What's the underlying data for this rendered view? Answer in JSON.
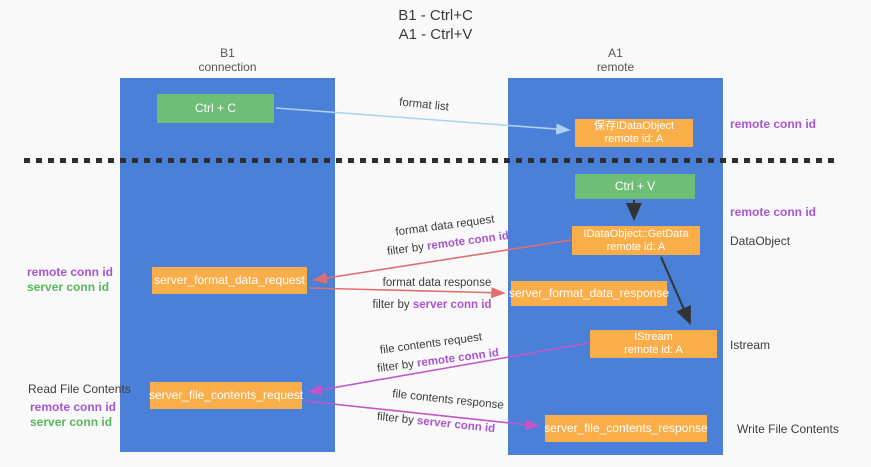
{
  "title": {
    "line1": "B1 - Ctrl+C",
    "line2": "A1 - Ctrl+V"
  },
  "lanes": {
    "left": {
      "name": "B1",
      "subtitle": "connection"
    },
    "right": {
      "name": "A1",
      "subtitle": "remote"
    }
  },
  "nodes": {
    "ctrl_c": {
      "label": "Ctrl + C"
    },
    "ctrl_v": {
      "label": "Ctrl + V"
    },
    "save_dataobject": {
      "line1": "保存IDataObject",
      "line2": "remote id: A"
    },
    "getdata": {
      "line1": "IDataObject::GetData",
      "line2": "remote id: A"
    },
    "istream": {
      "line1": "IStream",
      "line2": "remote id: A"
    },
    "format_request": {
      "label": "server_format_data_request"
    },
    "format_response": {
      "label": "server_format_data_response"
    },
    "file_request": {
      "label": "server_file_contents_request"
    },
    "file_response": {
      "label": "server_file_contents_response"
    }
  },
  "flow_labels": {
    "format_list": {
      "text": "format list"
    },
    "format_data_request": {
      "text": "format data request"
    },
    "filter_remote_1": {
      "prefix": "filter by ",
      "id": "remote conn id"
    },
    "format_data_response": {
      "text": "format data response"
    },
    "filter_server_1": {
      "prefix": "filter by ",
      "id": "server conn id"
    },
    "file_contents_request": {
      "text": "file contents request"
    },
    "filter_remote_2": {
      "prefix": "filter by ",
      "id": "remote conn id"
    },
    "file_contents_response": {
      "text": "file contents response"
    },
    "filter_server_2": {
      "prefix": "filter by ",
      "id": "server conn id"
    }
  },
  "side_labels": {
    "right_remote_top": "remote conn id",
    "right_remote_mid": "remote conn id",
    "right_dataobject": "DataObject",
    "right_istream": "Istream",
    "right_write_file": "Write File Contents",
    "left_remote_1": "remote conn id",
    "left_server_1": "server conn id",
    "left_read_file": "Read File Contents",
    "left_remote_2": "remote conn id",
    "left_server_2": "server conn id"
  },
  "colors": {
    "lane_blue": "#4a80d8",
    "box_orange": "#f9ae4a",
    "box_green": "#6fbe75",
    "arrow_salmon": "#e06e6e",
    "arrow_magenta": "#c455c8",
    "arrow_lightblue": "#a9d3f0",
    "arrow_black": "#333333",
    "label_purple": "#a855cf",
    "label_green": "#57b65b"
  }
}
